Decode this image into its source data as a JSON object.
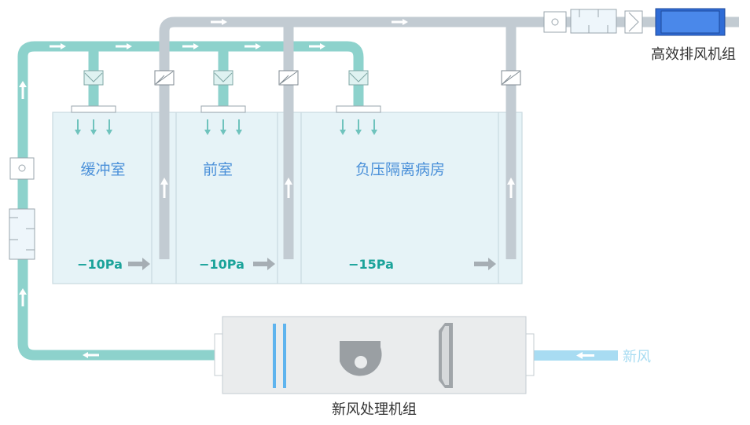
{
  "rooms": {
    "buffer": {
      "name": "缓冲室",
      "pressure": "−10Pa"
    },
    "anteroom": {
      "name": "前室",
      "pressure": "−10Pa"
    },
    "ward": {
      "name": "负压隔离病房",
      "pressure": "−15Pa"
    }
  },
  "units": {
    "exhaust": "高效排风机组",
    "ahu": "新风处理机组",
    "fresh_air": "新风"
  },
  "colors": {
    "supply_duct": "#8dd2cc",
    "exhaust_duct": "#c2cbd2",
    "fresh_air_duct": "#a8dcf2",
    "room_fill": "#e6f3f7",
    "room_border": "#c9d9e0",
    "room_label": "#4a90d9",
    "pressure_label": "#1aa39a",
    "fan": "#2f6cd6"
  }
}
